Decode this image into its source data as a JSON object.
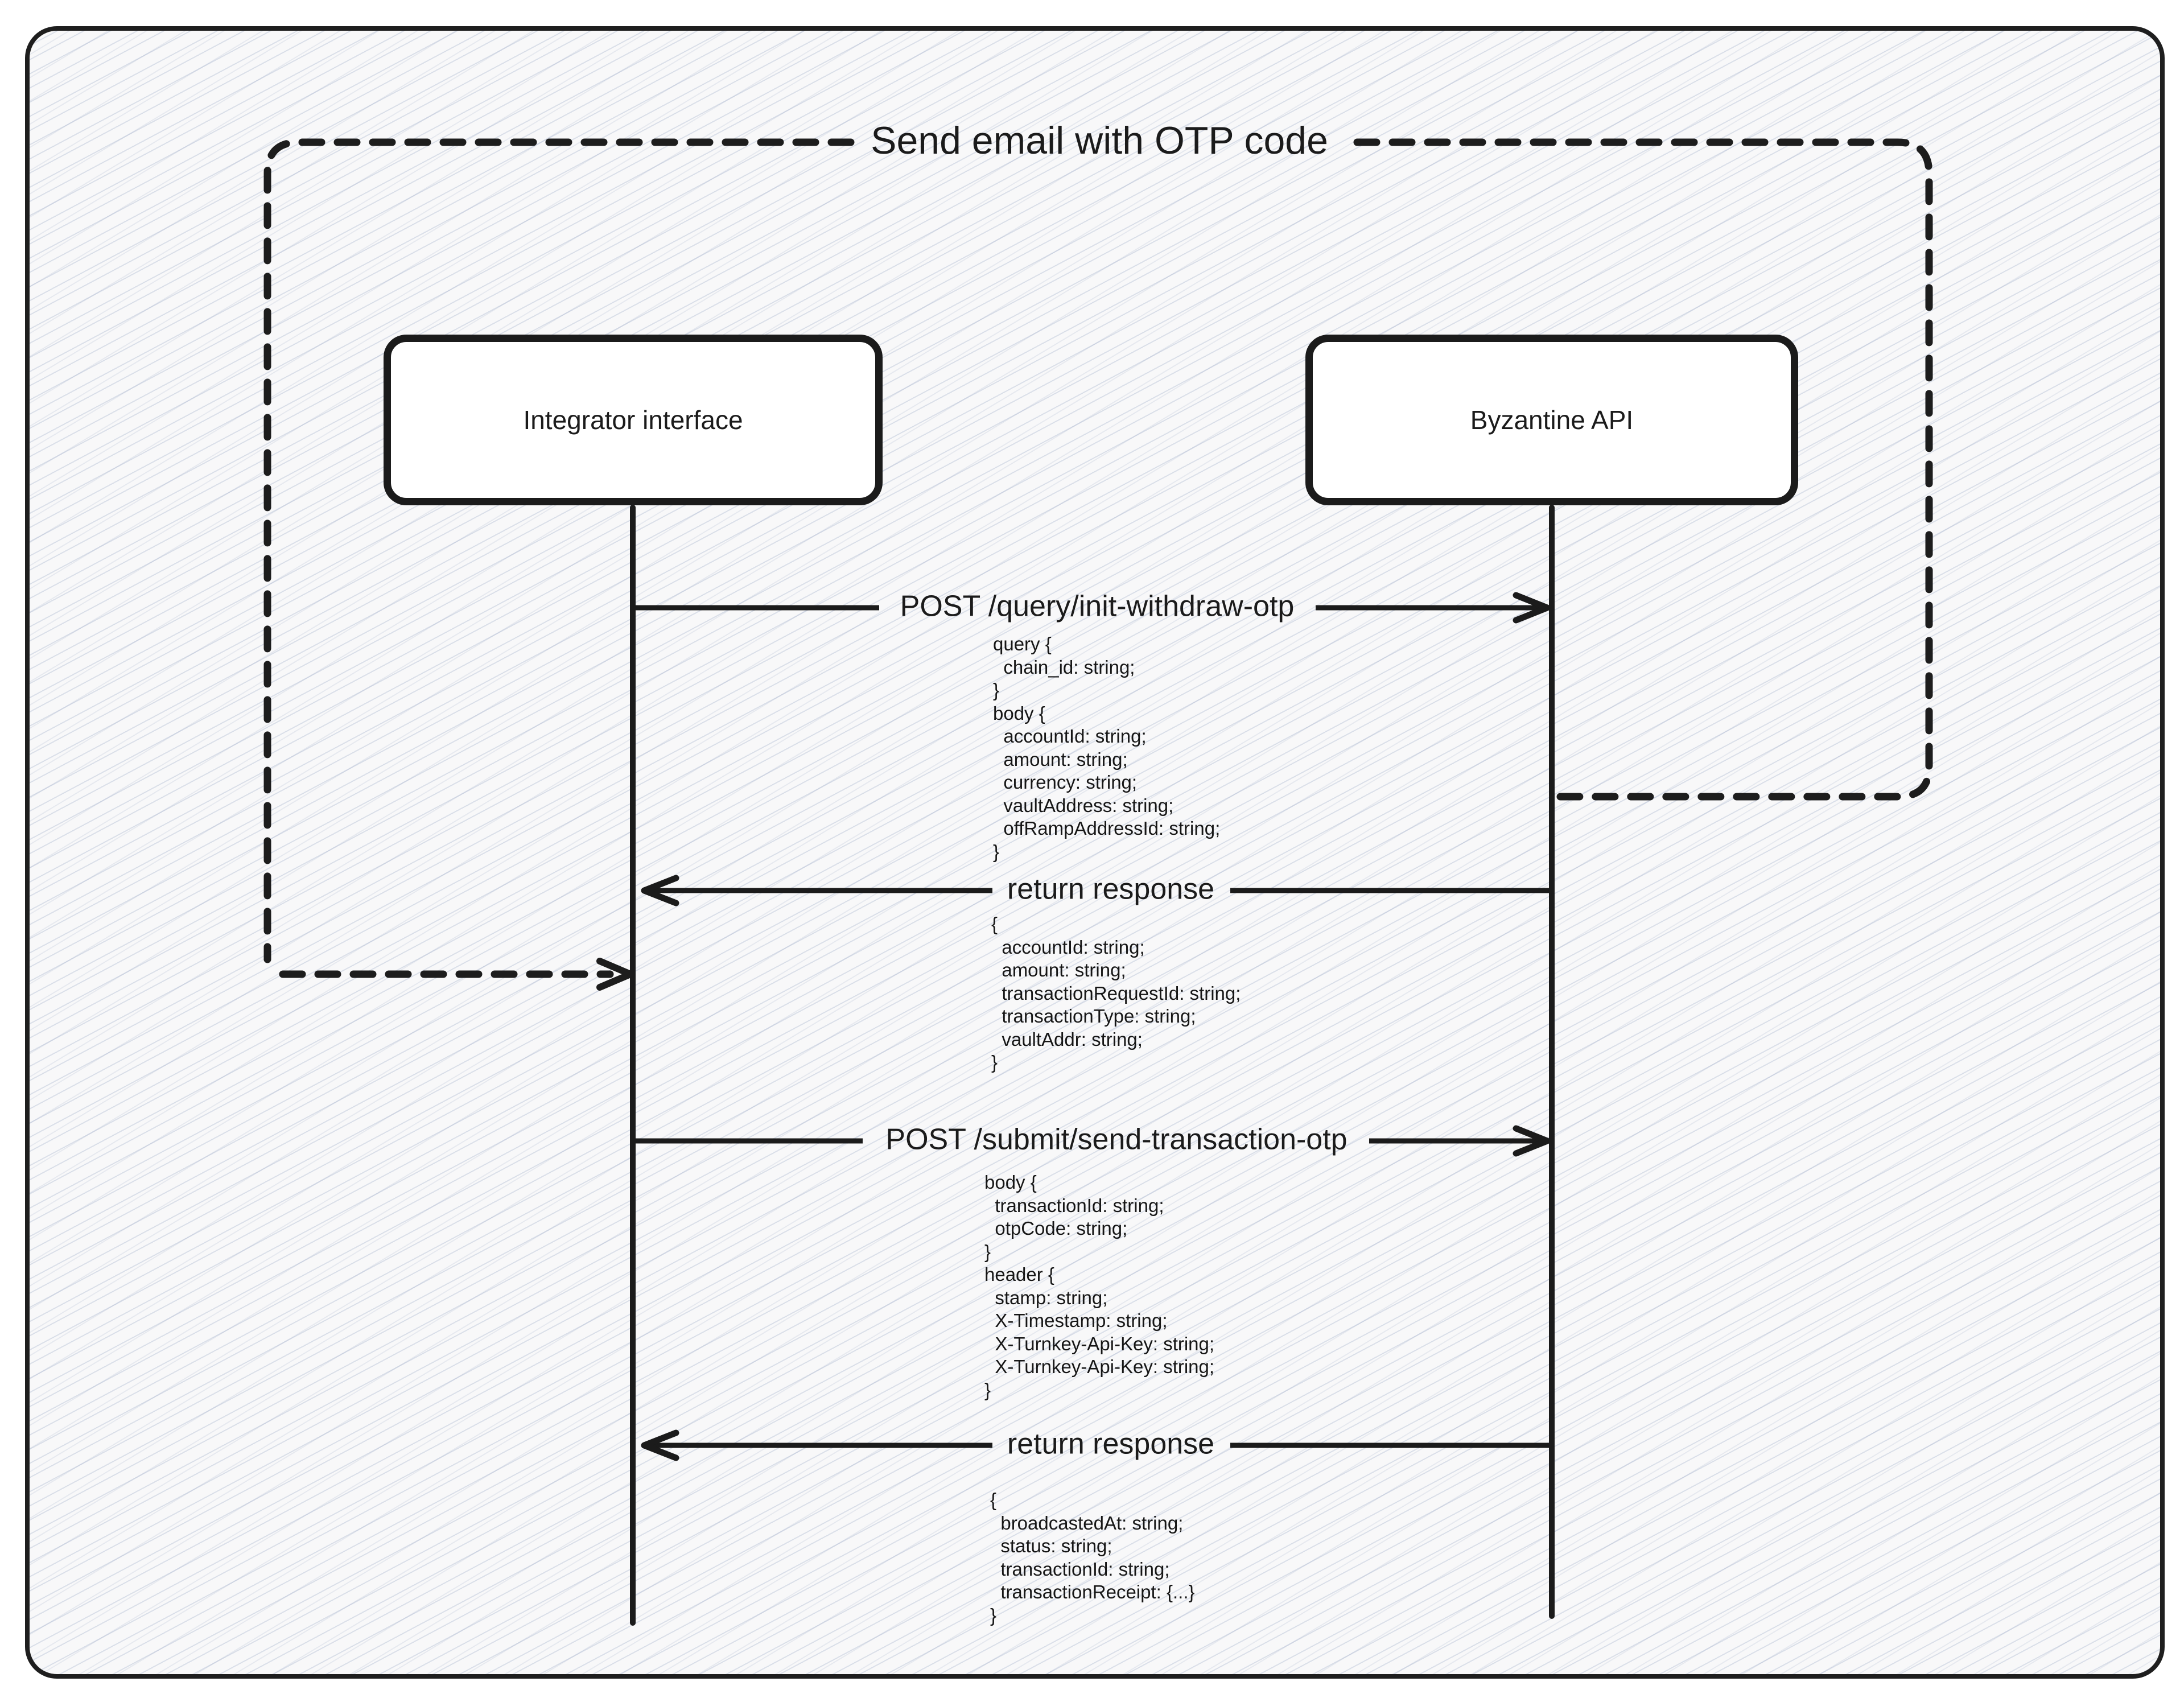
{
  "diagram": {
    "group_label": "Send email with OTP code",
    "actors": [
      {
        "id": "integrator",
        "label": "Integrator interface"
      },
      {
        "id": "byzantine",
        "label": "Byzantine API"
      }
    ],
    "messages": [
      {
        "label": "POST /query/init-withdraw-otp",
        "from": "integrator",
        "to": "byzantine",
        "style": "solid",
        "payload": [
          "query {",
          "  chain_id: string;",
          "}",
          "body {",
          "  accountId: string;",
          "  amount: string;",
          "  currency: string;",
          "  vaultAddress: string;",
          "  offRampAddressId: string;",
          "}"
        ]
      },
      {
        "label": "return response",
        "from": "byzantine",
        "to": "integrator",
        "style": "solid",
        "payload": [
          "{",
          "  accountId: string;",
          "  amount: string;",
          "  transactionRequestId: string;",
          "  transactionType: string;",
          "  vaultAddr: string;",
          "}"
        ]
      },
      {
        "label": "POST /submit/send-transaction-otp",
        "from": "integrator",
        "to": "byzantine",
        "style": "solid",
        "payload": [
          "body {",
          "  transactionId: string;",
          "  otpCode: string;",
          "}",
          "header {",
          "  stamp: string;",
          "  X-Timestamp: string;",
          "  X-Turnkey-Api-Key: string;",
          "  X-Turnkey-Api-Key: string;",
          "}"
        ]
      },
      {
        "label": "return response",
        "from": "byzantine",
        "to": "integrator",
        "style": "solid",
        "payload": [
          "{",
          "  broadcastedAt: string;",
          "  status: string;",
          "  transactionId: string;",
          "  transactionReceipt: {...}",
          "}"
        ]
      }
    ],
    "colors": {
      "stroke": "#1b1b1b",
      "background": "#f8f8f9",
      "hatch": "#cdd6e4",
      "box_fill": "#ffffff"
    }
  }
}
